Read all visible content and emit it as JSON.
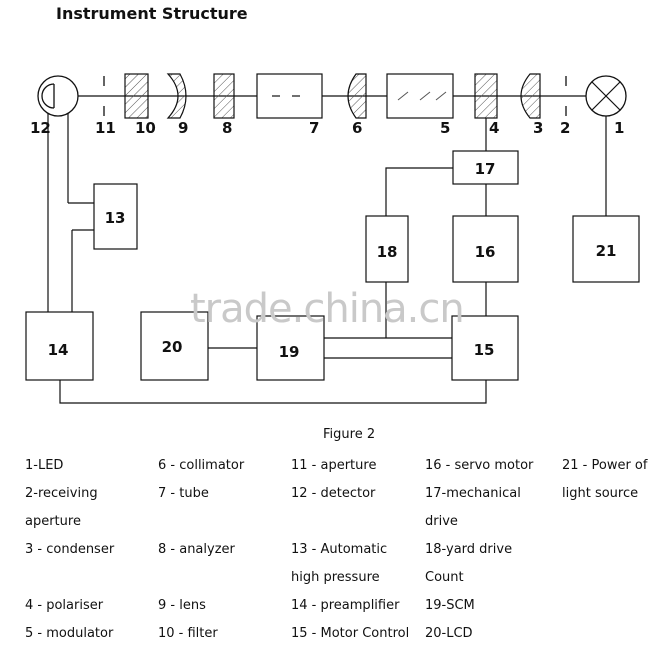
{
  "title": "Instrument Structure",
  "caption": "Figure 2",
  "watermark": "trade.china.cn",
  "components": {
    "c1": "1",
    "c2": "2",
    "c3": "3",
    "c4": "4",
    "c5": "5",
    "c6": "6",
    "c7": "7",
    "c8": "8",
    "c9": "9",
    "c10": "10",
    "c11": "11",
    "c12": "12",
    "c13": "13",
    "c14": "14",
    "c15": "15",
    "c16": "16",
    "c17": "17",
    "c18": "18",
    "c19": "19",
    "c20": "20",
    "c21": "21"
  },
  "legend": {
    "col1": [
      "1-LED",
      "2-receiving",
      "aperture",
      "3 - condenser",
      "",
      "4 - polariser",
      "5 - modulator"
    ],
    "col2": [
      "6 - collimator",
      "7 - tube",
      "",
      "8 - analyzer",
      "",
      "9 - lens",
      "10 - filter"
    ],
    "col3": [
      "11 - aperture",
      "12 - detector",
      "",
      "13 - Automatic",
      "high pressure",
      "14 - preamplifier",
      "15 - Motor Control"
    ],
    "col4": [
      "16 - servo motor",
      "17-mechanical",
      "drive",
      "18-yard drive",
      "Count",
      "19-SCM",
      "20-LCD"
    ],
    "col5": [
      "21 - Power of",
      "light source"
    ]
  }
}
